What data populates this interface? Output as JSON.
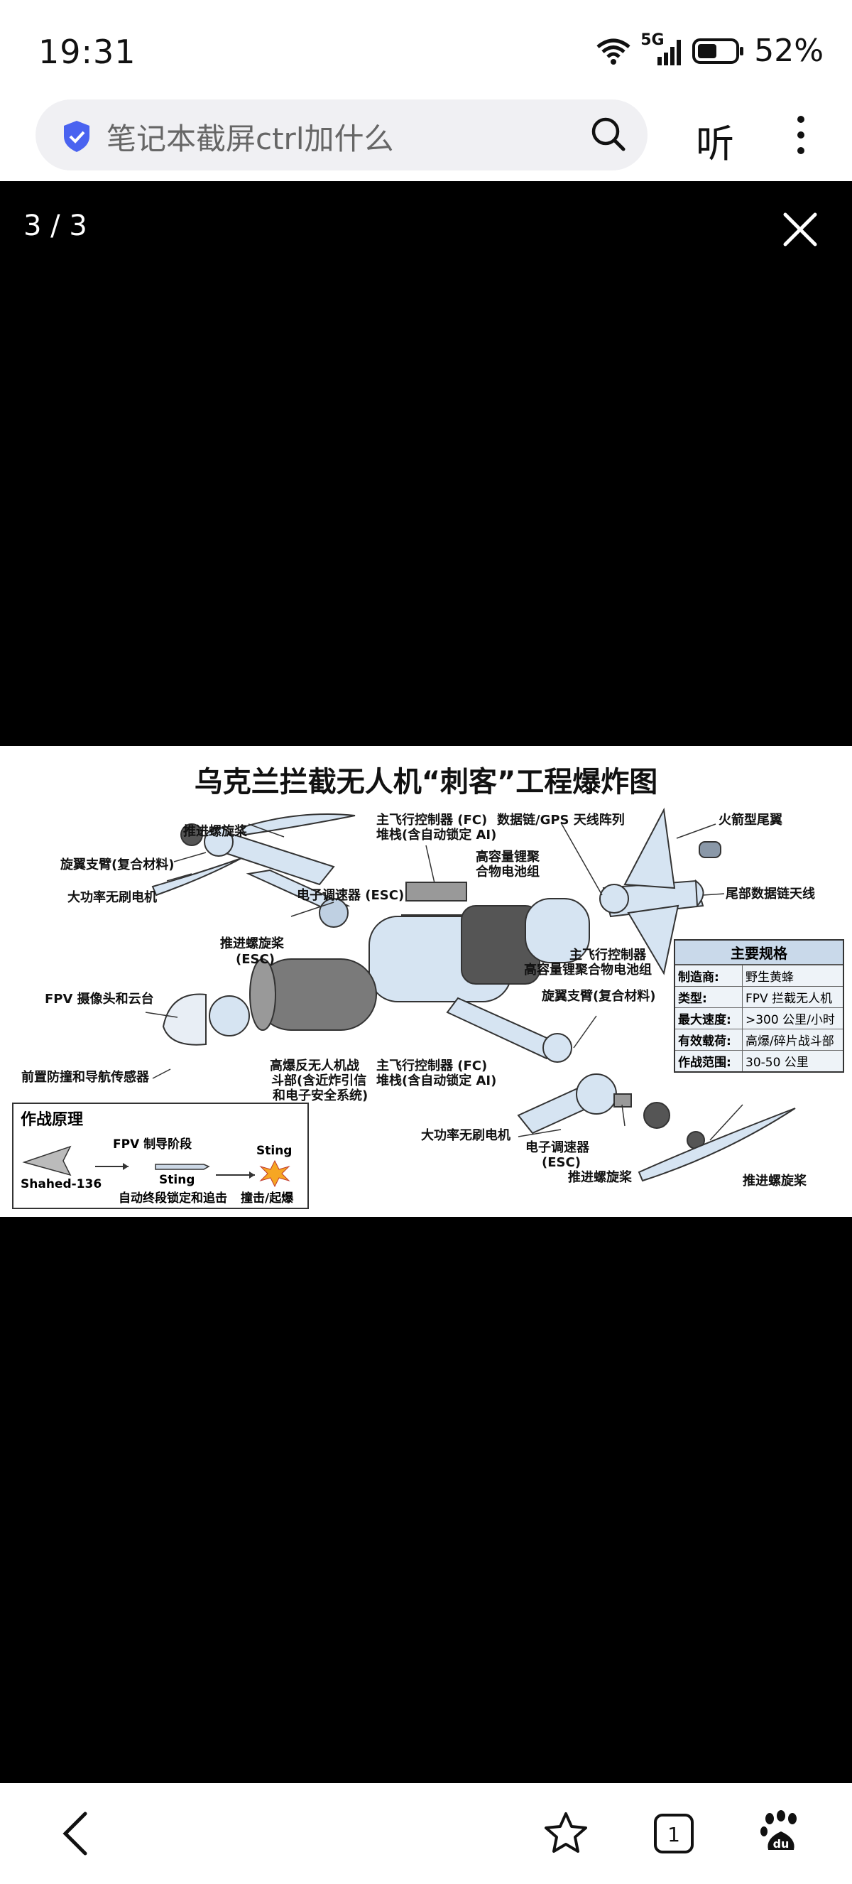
{
  "status": {
    "time": "19:31",
    "network": "5G",
    "battery": "52%"
  },
  "search": {
    "query": "笔记本截屏ctrl加什么",
    "listen_label": "听"
  },
  "viewer": {
    "counter": "3 / 3"
  },
  "figure": {
    "title": "乌克兰拦截无人机“刺客”工程爆炸图",
    "labels": {
      "prop_top": "推进螺旋桨",
      "fc_top_1": "主飞行控制器 (FC)",
      "fc_top_2": "堆栈(含自动锁定 AI)",
      "datalink": "数据链/GPS 天线阵列",
      "rocket_tail": "火箭型尾翼",
      "wing_strut_left": "旋翼支臂(复合材料)",
      "battery_top_1": "高容量锂聚",
      "battery_top_2": "合物电池组",
      "motor_left": "大功率无刷电机",
      "esc_left": "电子调速器 (ESC)",
      "tail_datalink": "尾部数据链天线",
      "prop_esc_1": "推进螺旋桨",
      "prop_esc_2": "(ESC)",
      "fc_mid_1": "主飞行控制器",
      "fc_mid_2": "高容量锂聚合物电池组",
      "fpv": "FPV 摄像头和云台",
      "wing_strut_right": "旋翼支臂(复合材料)",
      "sensor": "前置防撞和导航传感器",
      "warhead_1": "高爆反无人机战",
      "warhead_2": "斗部(含近炸引信",
      "warhead_3": "和电子安全系统)",
      "fc_bottom_1": "主飞行控制器 (FC)",
      "fc_bottom_2": "堆栈(含自动锁定 AI)",
      "motor_right": "大功率无刷电机",
      "esc_right_1": "电子调速器",
      "esc_right_2": "(ESC)",
      "prop_right_1": "推进螺旋桨",
      "prop_right_2": "推进螺旋桨"
    },
    "specs": {
      "title": "主要规格",
      "rows": [
        {
          "k": "制造商:",
          "v": "野生黄蜂"
        },
        {
          "k": "类型:",
          "v": "FPV 拦截无人机"
        },
        {
          "k": "最大速度:",
          "v": ">300 公里/小时"
        },
        {
          "k": "有效载荷:",
          "v": "高爆/碎片战斗部"
        },
        {
          "k": "作战范围:",
          "v": "30-50 公里"
        }
      ]
    },
    "combat": {
      "title": "作战原理",
      "fpv_stage": "FPV 制导阶段",
      "shahed": "Shahed-136",
      "sting_mid": "Sting",
      "terminal": "自动终段锁定和追击",
      "sting_right": "Sting",
      "impact": "撞击/起爆"
    }
  },
  "colors": {
    "accent": "#3d5afe",
    "drone_body": "#d6e4f2",
    "outline": "#333333"
  }
}
